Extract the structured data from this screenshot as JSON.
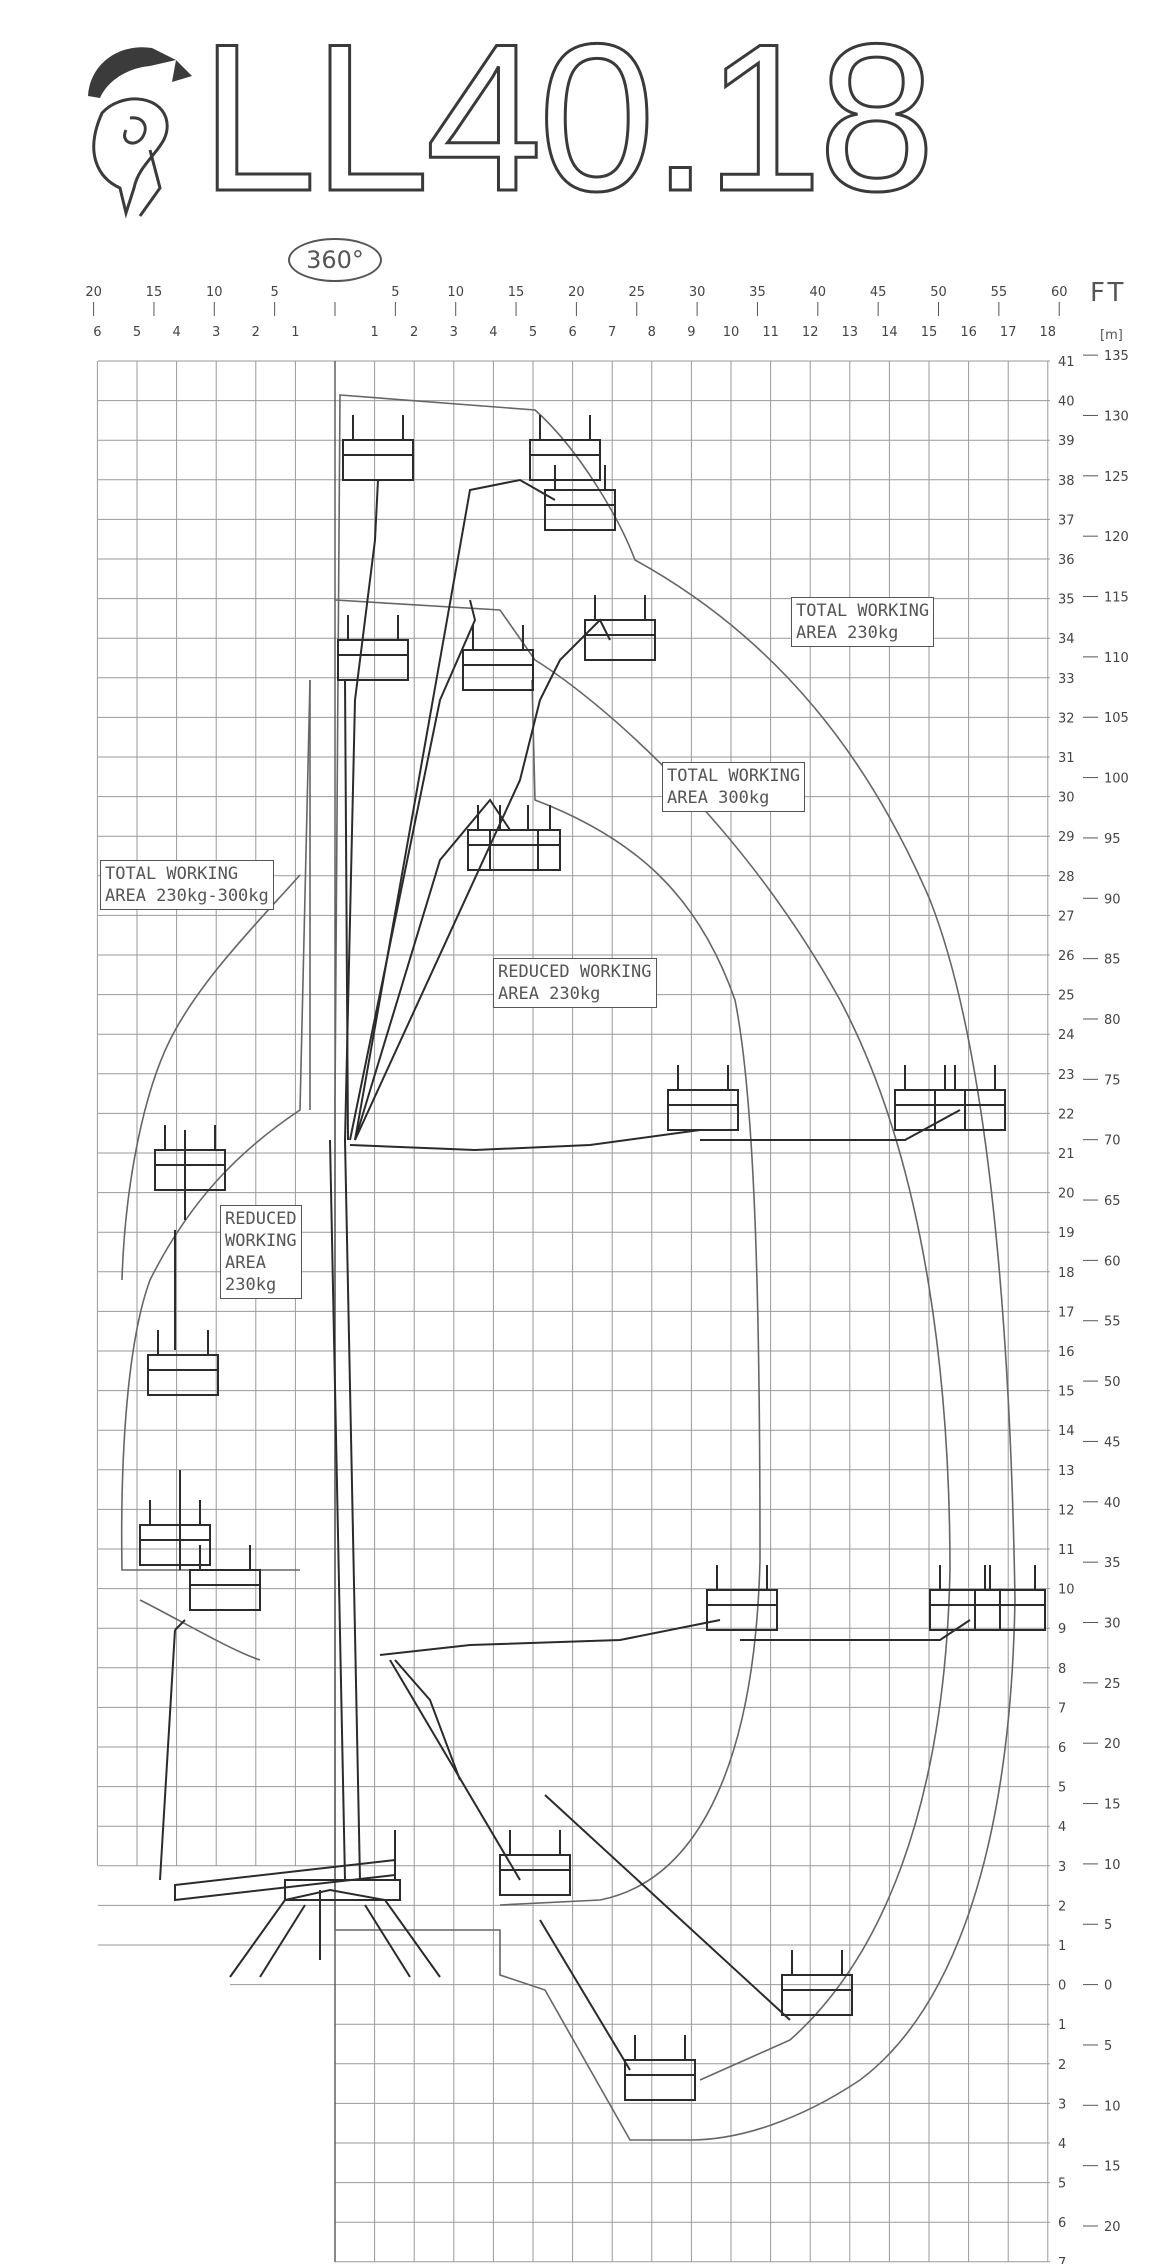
{
  "title": "LL40.18",
  "rotation_label": "360°",
  "units": {
    "feet": "FT",
    "meters": "[m]"
  },
  "top_ft_left": [
    "20",
    "15",
    "10",
    "5"
  ],
  "top_ft_right": [
    "5",
    "10",
    "15",
    "20",
    "25",
    "30",
    "35",
    "40",
    "45",
    "50",
    "55",
    "60"
  ],
  "top_m_left": [
    "6",
    "5",
    "4",
    "3",
    "2",
    "1"
  ],
  "top_m_right": [
    "1",
    "2",
    "3",
    "4",
    "5",
    "6",
    "7",
    "8",
    "9",
    "10",
    "11",
    "12",
    "13",
    "14",
    "15",
    "16",
    "17",
    "18"
  ],
  "right_m": [
    "41",
    "40",
    "39",
    "38",
    "37",
    "36",
    "35",
    "34",
    "33",
    "32",
    "31",
    "30",
    "29",
    "28",
    "27",
    "26",
    "25",
    "24",
    "23",
    "22",
    "21",
    "20",
    "19",
    "18",
    "17",
    "16",
    "15",
    "14",
    "13",
    "12",
    "11",
    "10",
    "9",
    "8",
    "7",
    "6",
    "5",
    "4",
    "3",
    "2",
    "1",
    "0",
    "1",
    "2",
    "3",
    "4",
    "5",
    "6",
    "7"
  ],
  "right_ft": [
    "135",
    "130",
    "125",
    "120",
    "115",
    "110",
    "105",
    "100",
    "95",
    "90",
    "85",
    "80",
    "75",
    "70",
    "65",
    "60",
    "55",
    "50",
    "45",
    "40",
    "35",
    "30",
    "25",
    "20",
    "15",
    "10",
    "5",
    "0",
    "5",
    "10",
    "15",
    "20"
  ],
  "areas": [
    {
      "id": "total-230-300",
      "text": "TOTAL WORKING\nAREA 230kg-300kg"
    },
    {
      "id": "reduced-230-left",
      "text": "REDUCED\nWORKING\nAREA\n230kg"
    },
    {
      "id": "reduced-230-mid",
      "text": "REDUCED WORKING\nAREA 230kg"
    },
    {
      "id": "total-300",
      "text": "TOTAL WORKING\nAREA 300kg"
    },
    {
      "id": "total-230",
      "text": "TOTAL WORKING\nAREA 230kg"
    }
  ]
}
